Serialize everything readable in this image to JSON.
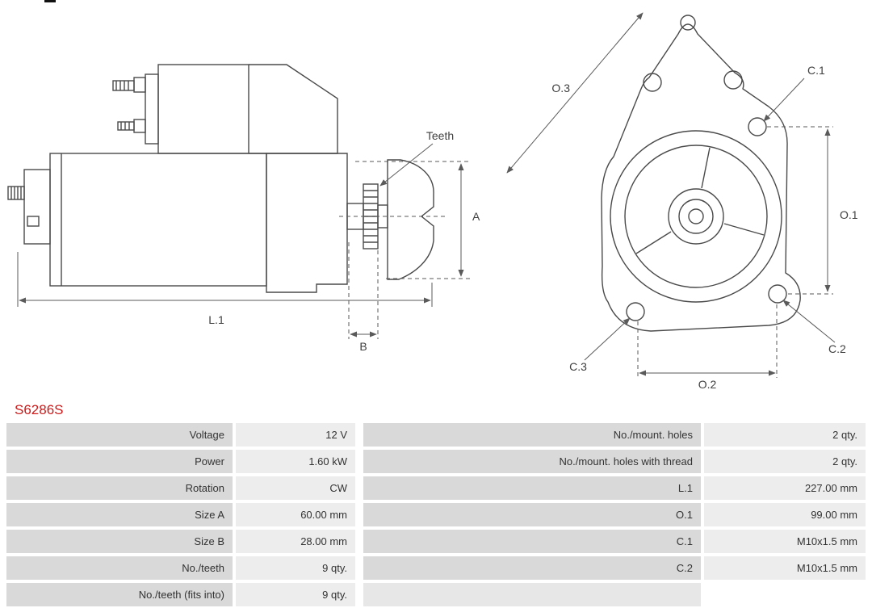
{
  "part_number": "S6286S",
  "colors": {
    "part_number_red": "#cc1a1a",
    "label_cell_bg": "#d9d9d9",
    "value_cell_bg": "#ededed",
    "drawing_line": "#4a4a4a"
  },
  "diagram": {
    "labels": {
      "teeth": "Teeth",
      "a": "A",
      "b": "B",
      "l1": "L.1",
      "o1": "O.1",
      "o2": "O.2",
      "o3": "O.3",
      "c1": "C.1",
      "c2": "C.2",
      "c3": "C.3"
    }
  },
  "specs": {
    "left": [
      {
        "label": "Voltage",
        "value": "12 V"
      },
      {
        "label": "Power",
        "value": "1.60 kW"
      },
      {
        "label": "Rotation",
        "value": "CW"
      },
      {
        "label": "Size A",
        "value": "60.00 mm"
      },
      {
        "label": "Size B",
        "value": "28.00 mm"
      },
      {
        "label": "No./teeth",
        "value": "9 qty."
      },
      {
        "label": "No./teeth (fits into)",
        "value": "9 qty."
      }
    ],
    "right": [
      {
        "label": "No./mount. holes",
        "value": "2 qty."
      },
      {
        "label": "No./mount. holes with thread",
        "value": "2 qty."
      },
      {
        "label": "L.1",
        "value": "227.00 mm"
      },
      {
        "label": "O.1",
        "value": "99.00 mm"
      },
      {
        "label": "C.1",
        "value": "M10x1.5 mm"
      },
      {
        "label": "C.2",
        "value": "M10x1.5 mm"
      },
      {
        "label": "",
        "value": ""
      }
    ]
  }
}
